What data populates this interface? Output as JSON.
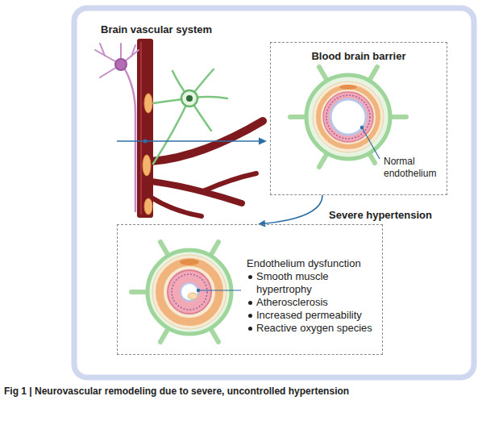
{
  "diagram": {
    "caption": "Fig 1 | Neurovascular remodeling due to severe, uncontrolled hypertension",
    "nodes": [
      {
        "text": [
          "Blood brain barrier",
          "Normal endothelium"
        ]
      },
      {
        "text": [
          "Endothelium dysfunction",
          "Smooth muscle hypertrophy",
          "Atherosclerosis",
          "Increased permeability",
          "Reactive oxygen species"
        ]
      }
    ],
    "edges": [
      {
        "from": 0,
        "to": 1,
        "label": "Severe hypertension",
        "arrow": "to"
      }
    ],
    "labels": [
      "Brain vascular system"
    ]
  }
}
